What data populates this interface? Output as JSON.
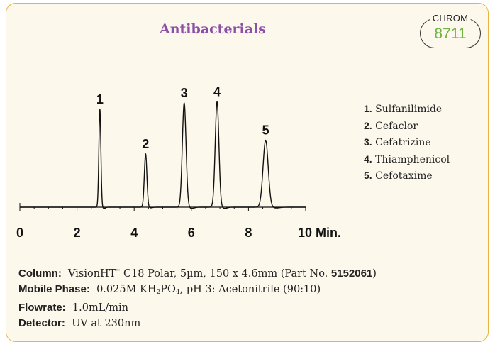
{
  "title": "Antibacterials",
  "badge": {
    "label": "CHROM",
    "number": "8711",
    "number_color": "#6db33f"
  },
  "colors": {
    "title": "#8a4fa7",
    "border": "#e8b341",
    "background": "#fdf8ec"
  },
  "chart_data": {
    "type": "line",
    "x_axis_label": "10 Min.",
    "x_ticks": [
      "0",
      "2",
      "4",
      "6",
      "8"
    ],
    "xlim": [
      0,
      10
    ],
    "grid": false,
    "peaks": [
      {
        "label": "1",
        "rt": 2.8,
        "height": 0.79,
        "width": 0.035
      },
      {
        "label": "2",
        "rt": 4.4,
        "height": 0.43,
        "width": 0.045
      },
      {
        "label": "3",
        "rt": 5.75,
        "height": 0.84,
        "width": 0.065
      },
      {
        "label": "4",
        "rt": 6.9,
        "height": 0.85,
        "width": 0.065
      },
      {
        "label": "5",
        "rt": 8.6,
        "height": 0.54,
        "width": 0.09
      }
    ]
  },
  "legend": [
    {
      "num": "1.",
      "name": "Sulfanilimide"
    },
    {
      "num": "2.",
      "name": "Cefaclor"
    },
    {
      "num": "3.",
      "name": "Cefatrizine"
    },
    {
      "num": "4.",
      "name": "Thiamphenicol"
    },
    {
      "num": "5.",
      "name": "Cefotaxime"
    }
  ],
  "conditions": {
    "column_label": "Column:",
    "column_value_a": "VisionHT",
    "column_tm": "™",
    "column_value_b": " C18 Polar, 5µm, 150 x 4.6mm (Part No. ",
    "part_no": "5152061",
    "column_value_c": ")",
    "mobile_label": "Mobile Phase:",
    "mobile_a": "0.025M KH",
    "mobile_sub1": "2",
    "mobile_b": "PO",
    "mobile_sub2": "4",
    "mobile_c": ", pH 3: Acetonitrile (90:10)",
    "flow_label": "Flowrate:",
    "flow_value": "1.0mL/min",
    "detector_label": "Detector:",
    "detector_value": "UV at 230nm"
  }
}
